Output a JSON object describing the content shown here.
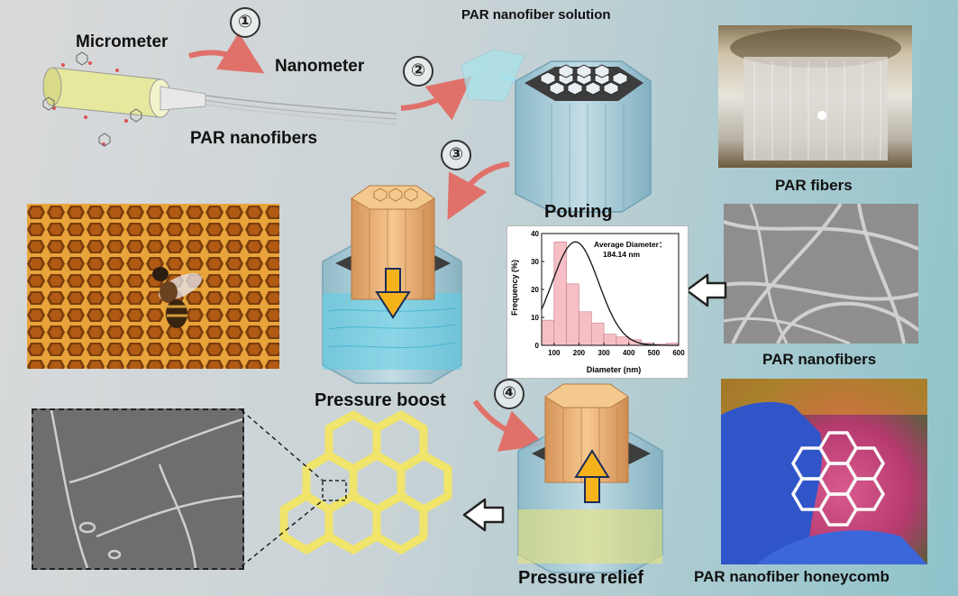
{
  "labels": {
    "micrometer": "Micrometer",
    "nanometer": "Nanometer",
    "par_nanofibers_top": "PAR nanofibers",
    "solution": "PAR nanofiber solution",
    "pouring": "Pouring",
    "par_fibers": "PAR fibers",
    "par_nanofibers_right": "PAR nanofibers",
    "pressure_boost": "Pressure boost",
    "pressure_relief": "Pressure relief",
    "honeycomb": "PAR nanofiber honeycomb"
  },
  "steps": [
    "①",
    "②",
    "③",
    "④"
  ],
  "chart_data": {
    "type": "bar",
    "x": [
      75,
      125,
      175,
      225,
      275,
      325,
      375,
      425,
      475,
      525,
      575
    ],
    "values": [
      9,
      37,
      22,
      12,
      8,
      4,
      3,
      2,
      0.8,
      0.4,
      0.8
    ],
    "bin_width": 50,
    "fit_curve": "normal",
    "xlabel": "Diameter (nm)",
    "ylabel": "Frequency (%)",
    "xticks": [
      100,
      200,
      300,
      400,
      500,
      600
    ],
    "yticks": [
      0,
      10,
      20,
      30,
      40
    ],
    "xlim": [
      50,
      600
    ],
    "ylim": [
      0,
      40
    ],
    "annotation": "Average Diameter：\n184.14 nm"
  },
  "colors": {
    "arrow_red": "#e0716a",
    "honeycomb_yellow": "#f3ea7a",
    "piston_orange": "#e9b477",
    "container_blue": "#9cc7d6",
    "bar_pink": "#f6bfc6",
    "push_arrow": "#f5b21a"
  }
}
